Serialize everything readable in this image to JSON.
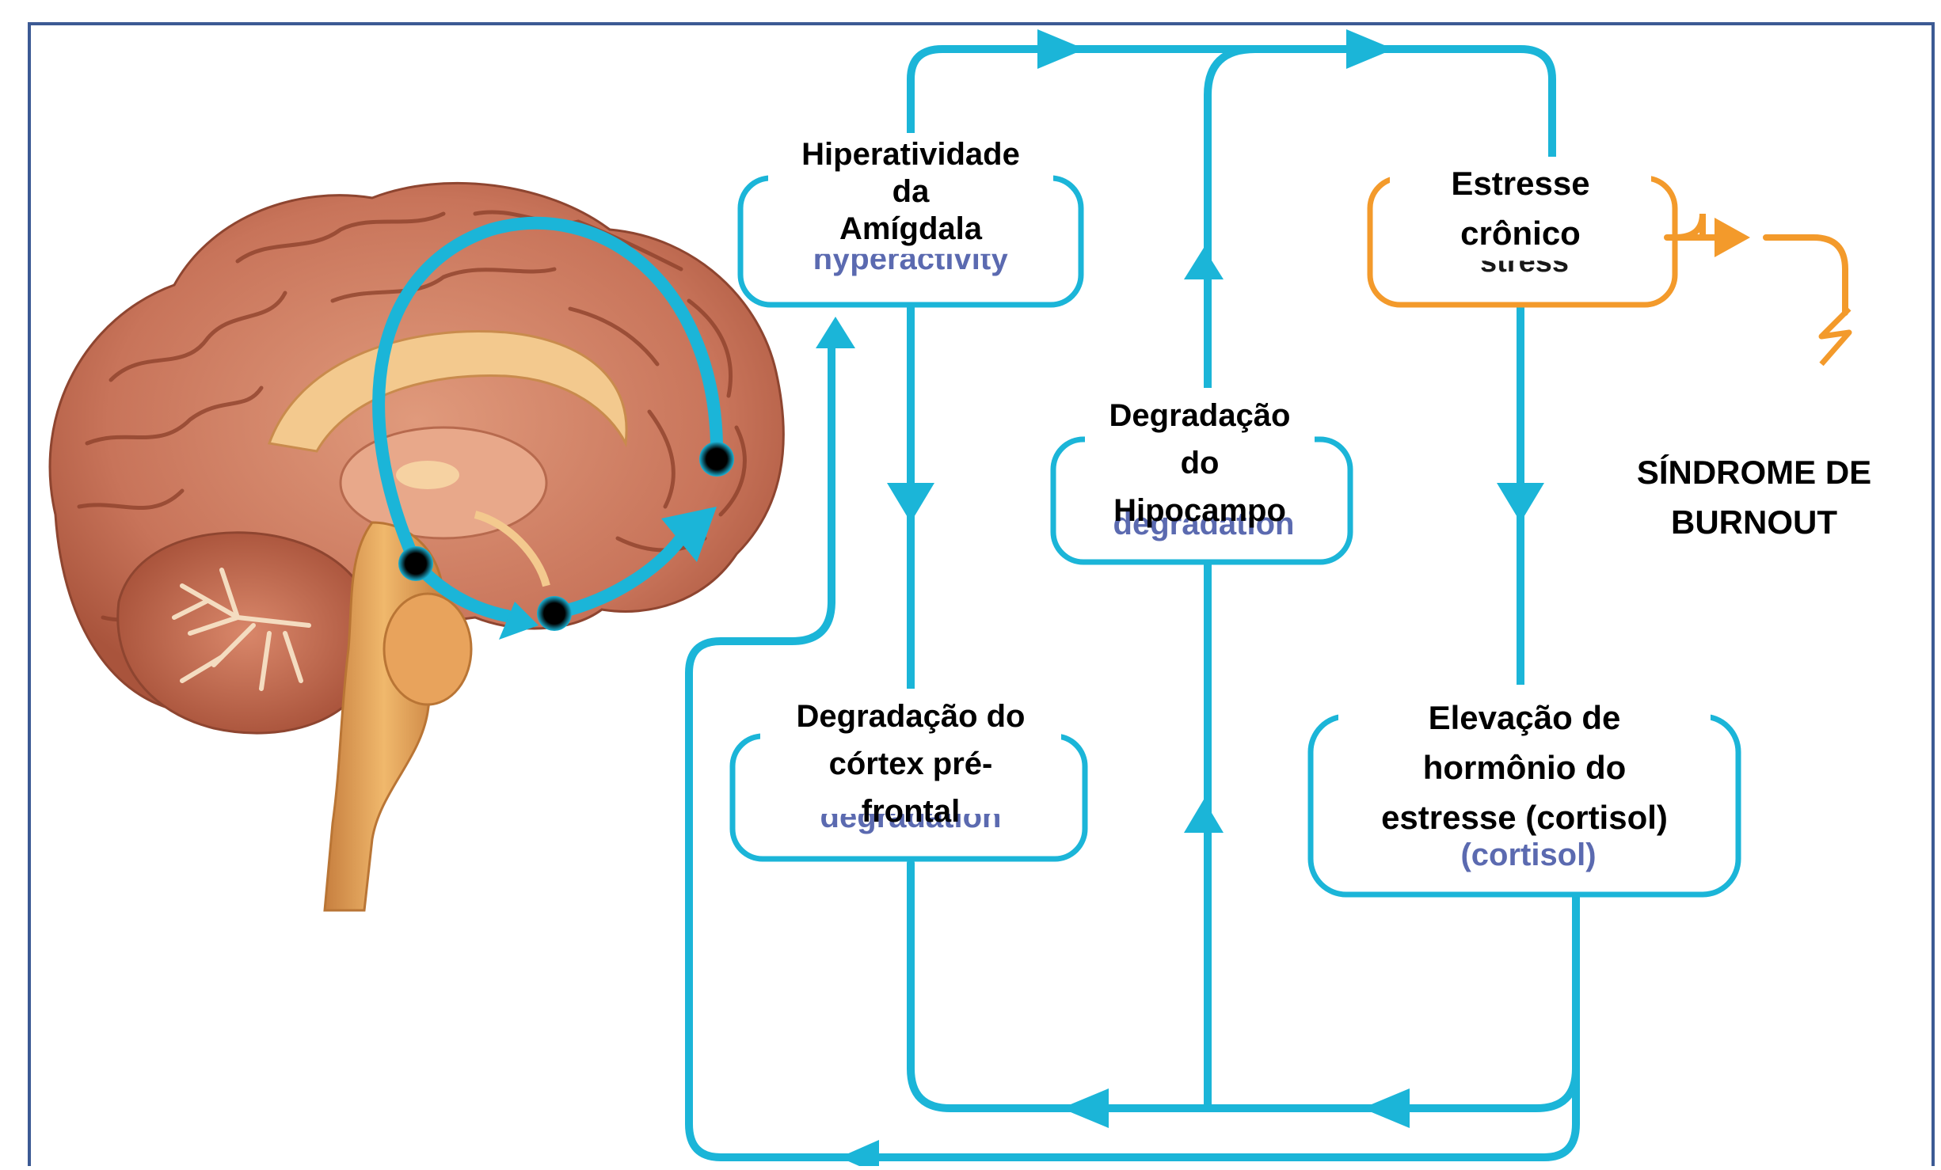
{
  "colors": {
    "frame": "#3c5a94",
    "flow": "#1bb5d8",
    "stress": "#f39a2b",
    "ghost_text": "#4a5aa8",
    "brain_main": "#c8745a",
    "brain_light": "#f0c890",
    "cerebellum": "#f4dcc0"
  },
  "brain": {
    "icon": "brain-sagittal-illustration"
  },
  "boxes": {
    "amygdala": {
      "lines": [
        "Hiperatividade",
        "da",
        "Amígdala"
      ],
      "ghost": "hyperactivity"
    },
    "stress": {
      "lines": [
        "Estresse",
        "crônico"
      ],
      "ghost": "stress"
    },
    "hippocampus": {
      "lines": [
        "Degradação",
        "do",
        "Hipocampo"
      ],
      "ghost": "degradation"
    },
    "cortex": {
      "lines": [
        "Degradação do",
        "córtex pré-",
        "frontal"
      ],
      "ghost": "degradation"
    },
    "cortisol": {
      "lines": [
        "Elevação de",
        "hormônio do",
        "estresse (cortisol)"
      ],
      "ghost": "(cortisol)"
    }
  },
  "outcome": {
    "lines": [
      "SÍNDROME DE",
      "BURNOUT"
    ],
    "icon": "lightning-bolt-icon"
  }
}
